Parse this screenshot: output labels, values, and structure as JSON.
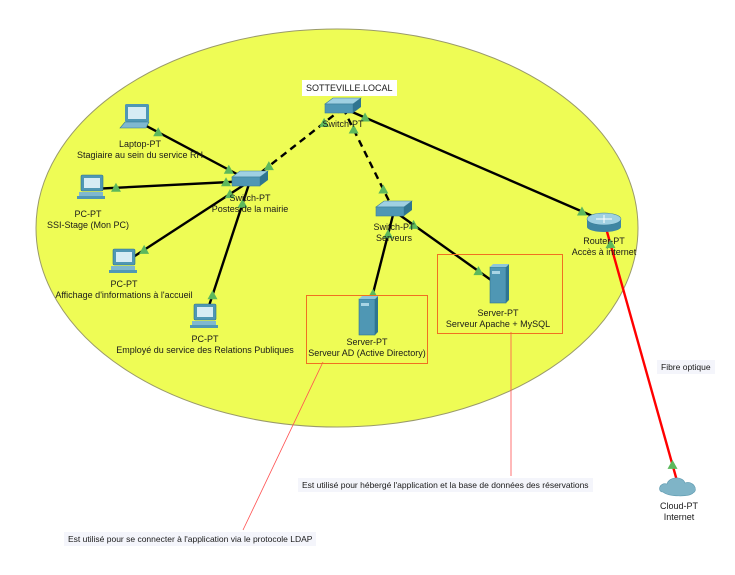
{
  "domain_title": "SOTTEVILLE.LOCAL",
  "colors": {
    "zone_fill": "#eefc55",
    "zone_stroke": "#9a9a6a",
    "link": "#000000",
    "fiber": "#ff0000",
    "annotation_line": "#ff5050",
    "highlight_frame": "#f07020",
    "link_port": "#5cb85c",
    "device": "#4f97b4"
  },
  "devices": [
    {
      "id": "core-switch",
      "type": "switch",
      "name": "Switch-PT",
      "desc": ""
    },
    {
      "id": "switch-mairie",
      "type": "switch",
      "name": "Switch-PT",
      "desc": "Postes de la mairie"
    },
    {
      "id": "switch-serveurs",
      "type": "switch",
      "name": "Switch-PT",
      "desc": "Serveurs"
    },
    {
      "id": "laptop-rh",
      "type": "laptop",
      "name": "Laptop-PT",
      "desc": "Stagiaire au sein du service RH"
    },
    {
      "id": "pc-ssi",
      "type": "pc",
      "name": "PC-PT",
      "desc": "SSI-Stage (Mon PC)"
    },
    {
      "id": "pc-accueil",
      "type": "pc",
      "name": "PC-PT",
      "desc": "Affichage d'informations à l'accueil"
    },
    {
      "id": "pc-rp",
      "type": "pc",
      "name": "PC-PT",
      "desc": "Employé du service des Relations Publiques"
    },
    {
      "id": "server-ad",
      "type": "server",
      "name": "Server-PT",
      "desc": "Serveur AD (Active Directory)"
    },
    {
      "id": "server-apache",
      "type": "server",
      "name": "Server-PT",
      "desc": "Serveur Apache + MySQL"
    },
    {
      "id": "router",
      "type": "router",
      "name": "Router-PT",
      "desc": "Accès à internet"
    },
    {
      "id": "cloud",
      "type": "cloud",
      "name": "Cloud-PT",
      "desc": "Internet"
    }
  ],
  "links": [
    {
      "from": "core-switch",
      "to": "switch-mairie",
      "style": "dashed"
    },
    {
      "from": "core-switch",
      "to": "switch-serveurs",
      "style": "dashed"
    },
    {
      "from": "core-switch",
      "to": "router",
      "style": "solid"
    },
    {
      "from": "switch-mairie",
      "to": "laptop-rh",
      "style": "solid"
    },
    {
      "from": "switch-mairie",
      "to": "pc-ssi",
      "style": "solid"
    },
    {
      "from": "switch-mairie",
      "to": "pc-accueil",
      "style": "solid"
    },
    {
      "from": "switch-mairie",
      "to": "pc-rp",
      "style": "solid"
    },
    {
      "from": "switch-serveurs",
      "to": "server-ad",
      "style": "solid"
    },
    {
      "from": "switch-serveurs",
      "to": "server-apache",
      "style": "solid"
    },
    {
      "from": "router",
      "to": "cloud",
      "style": "fiber"
    }
  ],
  "fiber_label": "Fibre optique",
  "notes": {
    "apache": "Est utilisé pour hébergé l'application et la base de données des réservations",
    "ad": "Est utilisé pour se connecter à l'application via le protocole LDAP"
  }
}
